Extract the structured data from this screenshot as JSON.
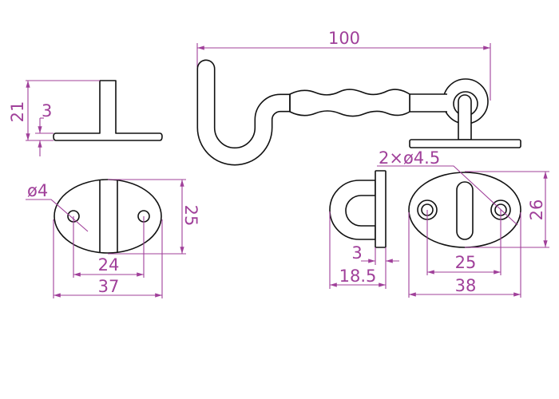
{
  "drawing": {
    "colors": {
      "outline": "#111111",
      "dimension": "#a0409a",
      "background": "#ffffff"
    },
    "hook_side_view": {
      "overall_length": "100"
    },
    "base_plate_side_view": {
      "height": "21",
      "plate_thickness": "3"
    },
    "base_plate_top_view": {
      "hole_diameter": "ø4",
      "hole_spacing": "24",
      "width": "37",
      "depth": "25"
    },
    "eye_side_view": {
      "plate_thickness": "3",
      "depth": "18.5"
    },
    "eye_top_view": {
      "holes": "2×ø4.5",
      "hole_spacing": "25",
      "width": "38",
      "depth": "26"
    }
  }
}
